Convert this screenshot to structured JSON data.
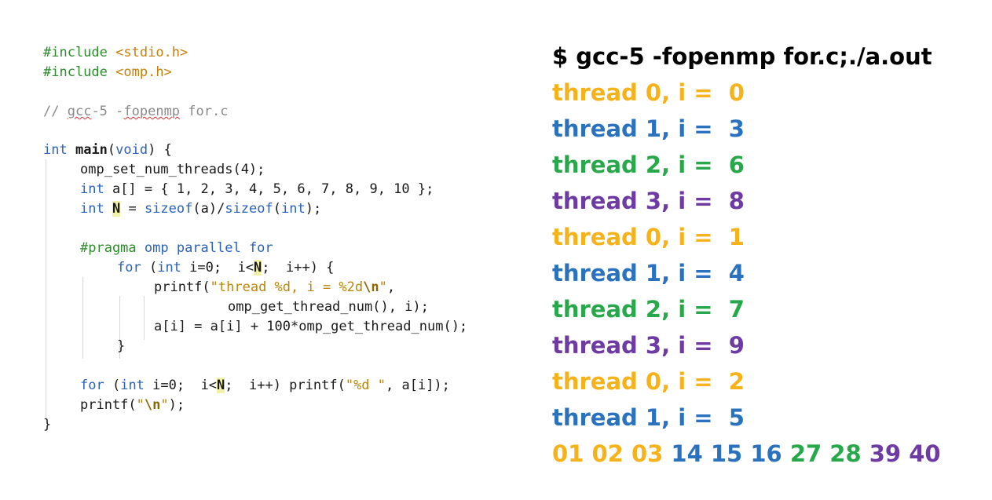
{
  "code": {
    "include1_kw": "#include",
    "include1_file": "<stdio.h>",
    "include2_kw": "#include",
    "include2_file": "<omp.h>",
    "comment_prefix": "// ",
    "comment_gcc": "gcc",
    "comment_mid": "-5 -",
    "comment_flag": "fopenmp",
    "comment_end": " for.c",
    "main_int": "int",
    "main_name": "main",
    "main_lp": "(",
    "main_void": "void",
    "main_rest": ") {",
    "set_threads": "omp_set_num_threads(4);",
    "arr_int": "int",
    "arr_rest": " a[] = { 1, 2, 3, 4, 5, 6, 7, 8, 9, 10 };",
    "n_int": "int",
    "n_sp": " ",
    "n_var": "N",
    "n_eq": " = ",
    "n_sizeof1": "sizeof",
    "n_mid": "(a)/",
    "n_sizeof2": "sizeof",
    "n_lp": "(",
    "n_int2": "int",
    "n_end": ");",
    "pragma_kw": "#pragma",
    "pragma_rest": " omp parallel for",
    "for1_for": "for",
    "for1_lp": " (",
    "for1_int": "int",
    "for1_init": " i=0;  i<",
    "for1_n": "N",
    "for1_rest": ";  i++) {",
    "printf1_call": "printf(",
    "printf1_str": "\"thread %d, i = %2d",
    "printf1_esc": "\\n",
    "printf1_q": "\"",
    "printf1_end": ",",
    "printf_args": "omp_get_thread_num(), i);",
    "assign": "a[i] = a[i] + 100*omp_get_thread_num();",
    "close_inner": "}",
    "for2_for": "for",
    "for2_lp": " (",
    "for2_int": "int",
    "for2_init": " i=0;  i<",
    "for2_n": "N",
    "for2_mid": ";  i++) printf(",
    "for2_str": "\"%d \"",
    "for2_end": ", a[i]);",
    "printf2_call": "printf(",
    "printf2_q1": "\"",
    "printf2_esc": "\\n",
    "printf2_q2": "\"",
    "printf2_end": ");",
    "close_main": "}"
  },
  "output": {
    "command": "$ gcc-5 -fopenmp for.c;./a.out",
    "lines": [
      {
        "text": "thread 0, i =  0",
        "color": "#f5b21a"
      },
      {
        "text": "thread 1, i =  3",
        "color": "#2a72bd"
      },
      {
        "text": "thread 2, i =  6",
        "color": "#27a84a"
      },
      {
        "text": "thread 3, i =  8",
        "color": "#6e3aa3"
      },
      {
        "text": "thread 0, i =  1",
        "color": "#f5b21a"
      },
      {
        "text": "thread 1, i =  4",
        "color": "#2a72bd"
      },
      {
        "text": "thread 2, i =  7",
        "color": "#27a84a"
      },
      {
        "text": "thread 3, i =  9",
        "color": "#6e3aa3"
      },
      {
        "text": "thread 0, i =  2",
        "color": "#f5b21a"
      },
      {
        "text": "thread 1, i =  5",
        "color": "#2a72bd"
      }
    ],
    "final_values": [
      "01",
      "02",
      "03",
      "14",
      "15",
      "16",
      "27",
      "28",
      "39",
      "40"
    ]
  },
  "colors": {
    "thread0": "#f5b21a",
    "thread1": "#2a72bd",
    "thread2": "#27a84a",
    "thread3": "#6e3aa3"
  }
}
